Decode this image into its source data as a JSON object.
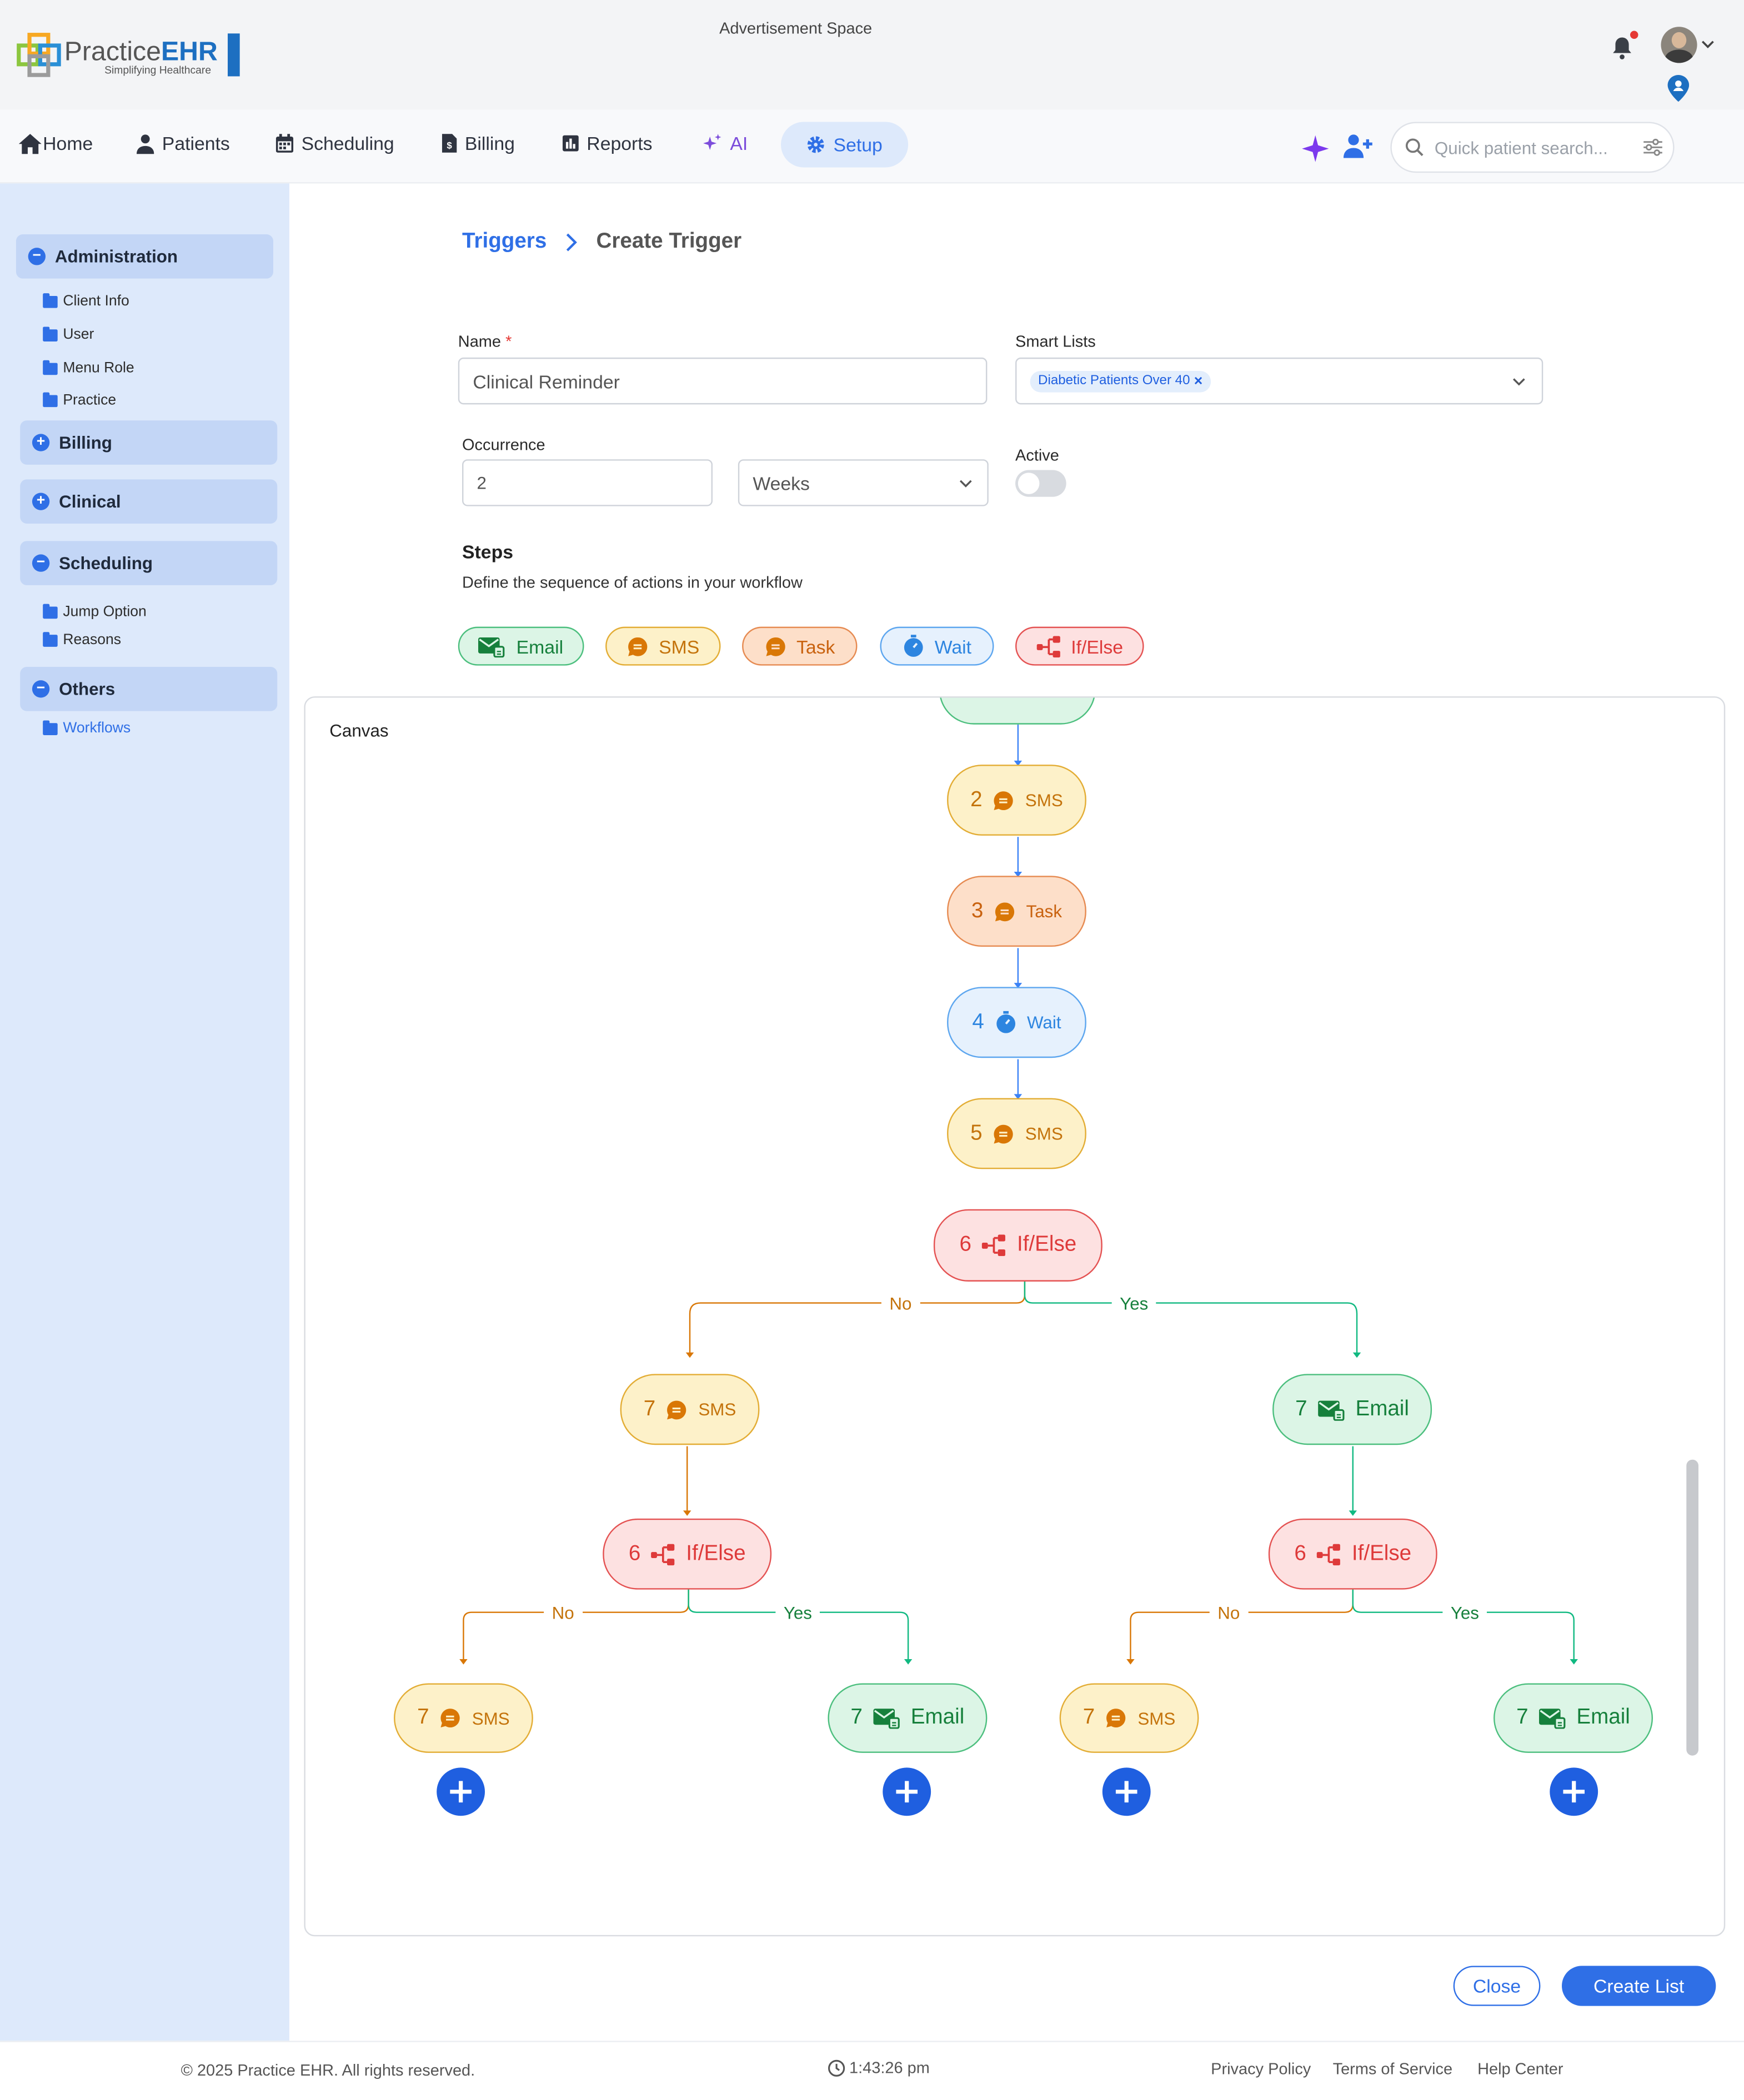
{
  "header": {
    "logo_main": "Practice",
    "logo_accent": "EHR",
    "logo_tagline": "Simplifying Healthcare",
    "ad_text": "Advertisement Space"
  },
  "nav": {
    "items": [
      {
        "label": "Home",
        "icon": "home-icon"
      },
      {
        "label": "Patients",
        "icon": "patients-icon"
      },
      {
        "label": "Scheduling",
        "icon": "calendar-icon"
      },
      {
        "label": "Billing",
        "icon": "billing-icon"
      },
      {
        "label": "Reports",
        "icon": "reports-icon"
      },
      {
        "label": "AI",
        "icon": "sparkle-icon"
      },
      {
        "label": "Setup",
        "icon": "gear-icon",
        "active": true
      }
    ],
    "search_placeholder": "Quick patient search..."
  },
  "sidebar": {
    "sections": [
      {
        "label": "Administration",
        "expanded": true,
        "items": [
          "Client Info",
          "User",
          "Menu Role",
          "Practice"
        ]
      },
      {
        "label": "Billing",
        "expanded": false,
        "items": []
      },
      {
        "label": "Clinical",
        "expanded": false,
        "items": []
      },
      {
        "label": "Scheduling",
        "expanded": true,
        "items": [
          "Jump Option",
          "Reasons"
        ]
      },
      {
        "label": "Others",
        "expanded": true,
        "items": [
          "Workflows"
        ]
      }
    ]
  },
  "breadcrumb": {
    "parent": "Triggers",
    "current": "Create Trigger"
  },
  "form": {
    "name_label": "Name",
    "required_mark": "*",
    "name_value": "Clinical Reminder",
    "smart_lists_label": "Smart Lists",
    "smart_list_tag": "Diabetic Patients Over 40",
    "occurrence_label": "Occurrence",
    "occurrence_value": "2",
    "occurrence_unit": "Weeks",
    "active_label": "Active",
    "active_on": false,
    "steps_title": "Steps",
    "steps_desc": "Define the sequence of actions in your workflow"
  },
  "step_types": [
    "Email",
    "SMS",
    "Task",
    "Wait",
    "If/Else"
  ],
  "canvas": {
    "title": "Canvas",
    "nodes": [
      {
        "num": "2",
        "label": "SMS"
      },
      {
        "num": "3",
        "label": "Task"
      },
      {
        "num": "4",
        "label": "Wait"
      },
      {
        "num": "5",
        "label": "SMS"
      },
      {
        "num": "6",
        "label": "If/Else"
      },
      {
        "num": "7",
        "label": "SMS"
      },
      {
        "num": "7",
        "label": "Email"
      },
      {
        "num": "6",
        "label": "If/Else"
      },
      {
        "num": "6",
        "label": "If/Else"
      },
      {
        "num": "7",
        "label": "SMS"
      },
      {
        "num": "7",
        "label": "Email"
      },
      {
        "num": "7",
        "label": "SMS"
      },
      {
        "num": "7",
        "label": "Email"
      }
    ],
    "branch_no": "No",
    "branch_yes": "Yes"
  },
  "actions": {
    "close": "Close",
    "create": "Create List"
  },
  "footer": {
    "copyright": "© 2025 Practice EHR. All rights reserved.",
    "time": "1:43:26 pm",
    "links": [
      "Privacy Policy",
      "Terms of Service",
      "Help Center"
    ]
  },
  "colors": {
    "primary": "#1f5fe0",
    "email": "#16803c",
    "sms": "#c4730b",
    "task": "#c9620f",
    "wait": "#2d85e0",
    "ifelse": "#de3a3a"
  }
}
